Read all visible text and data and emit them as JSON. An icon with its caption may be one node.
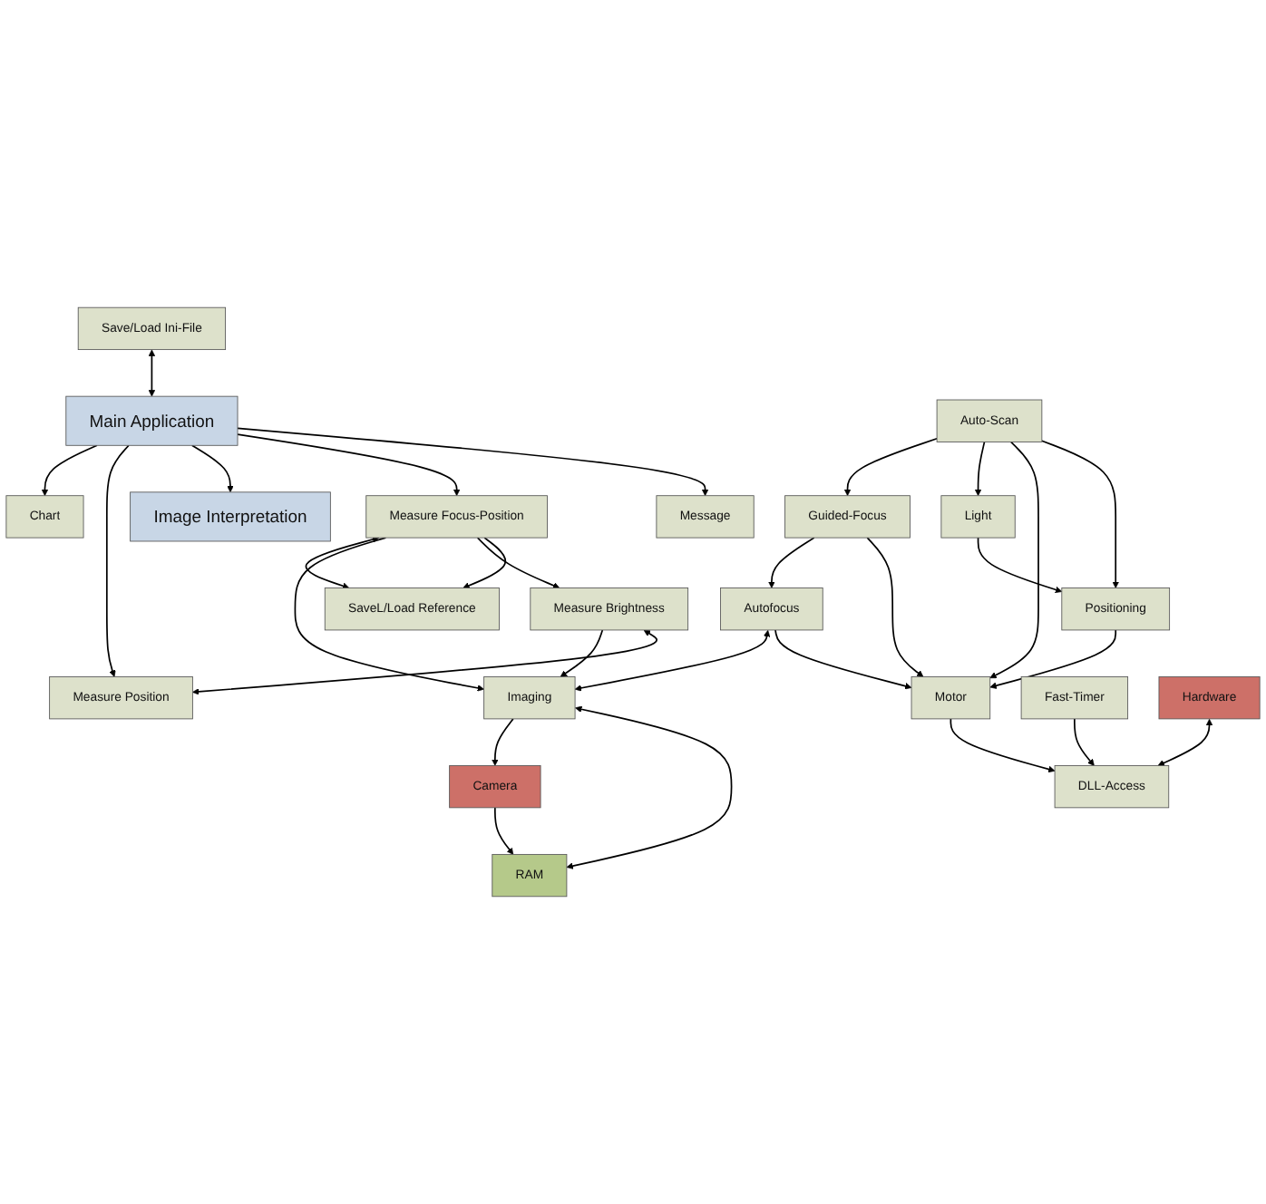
{
  "diagram": {
    "nodes": [
      {
        "text": [
          "SaveL/Load Reference"
        ]
      },
      {
        "text": [
          "Save/Load Ini-File"
        ]
      },
      {
        "text": [
          "Message"
        ]
      },
      {
        "text": [
          "Measure Focus-Position"
        ]
      },
      {
        "text": [
          "Main Application"
        ]
      },
      {
        "text": [
          "Image Interpretation"
        ]
      },
      {
        "text": [
          "Measure Brightness"
        ]
      },
      {
        "text": [
          "Measure Position"
        ]
      },
      {
        "text": [
          "Chart"
        ]
      },
      {
        "text": [
          "Auto-Scan"
        ]
      },
      {
        "text": [
          "Positioning"
        ]
      },
      {
        "text": [
          "Hardware"
        ]
      },
      {
        "text": [
          "Guided-Focus"
        ]
      },
      {
        "text": [
          "Motor"
        ]
      },
      {
        "text": [
          "DLL-Access"
        ]
      },
      {
        "text": [
          "Autofocus"
        ]
      },
      {
        "text": [
          "Light"
        ]
      },
      {
        "text": [
          "Fast-Timer"
        ]
      },
      {
        "text": [
          "Imaging"
        ]
      },
      {
        "text": [
          "RAM"
        ]
      },
      {
        "text": [
          "Camera"
        ]
      }
    ],
    "edges": [
      {
        "from": 0,
        "to": 3,
        "arrow": "both"
      },
      {
        "from": 1,
        "to": 4,
        "arrow": "both"
      },
      {
        "from": 4,
        "to": 2,
        "arrow": "to"
      },
      {
        "from": 4,
        "to": 3,
        "arrow": "to"
      },
      {
        "from": 4,
        "to": 5,
        "arrow": "to"
      },
      {
        "from": 4,
        "to": 7,
        "arrow": "to"
      },
      {
        "from": 4,
        "to": 8,
        "arrow": "to"
      },
      {
        "from": 6,
        "to": 7,
        "arrow": "both"
      },
      {
        "from": 3,
        "to": 0,
        "arrow": "to"
      },
      {
        "from": 3,
        "to": 6,
        "arrow": "to"
      },
      {
        "from": 3,
        "to": 18,
        "arrow": "to"
      },
      {
        "from": 6,
        "to": 18,
        "arrow": "to"
      },
      {
        "from": 9,
        "to": 10,
        "arrow": "to"
      },
      {
        "from": 9,
        "to": 13,
        "arrow": "to"
      },
      {
        "from": 9,
        "to": 16,
        "arrow": "to"
      },
      {
        "from": 9,
        "to": 12,
        "arrow": "to"
      },
      {
        "from": 12,
        "to": 13,
        "arrow": "to"
      },
      {
        "from": 15,
        "to": 13,
        "arrow": "to"
      },
      {
        "from": 12,
        "to": 15,
        "arrow": "to"
      },
      {
        "from": 15,
        "to": 18,
        "arrow": "both"
      },
      {
        "from": 10,
        "to": 13,
        "arrow": "to"
      },
      {
        "from": 16,
        "to": 10,
        "arrow": "to"
      },
      {
        "from": 13,
        "to": 14,
        "arrow": "to"
      },
      {
        "from": 11,
        "to": 14,
        "arrow": "both"
      },
      {
        "from": 17,
        "to": 14,
        "arrow": "to"
      },
      {
        "from": 18,
        "to": 19,
        "arrow": "both"
      },
      {
        "from": 18,
        "to": 20,
        "arrow": "to"
      },
      {
        "from": 20,
        "to": 19,
        "arrow": "to"
      }
    ]
  }
}
